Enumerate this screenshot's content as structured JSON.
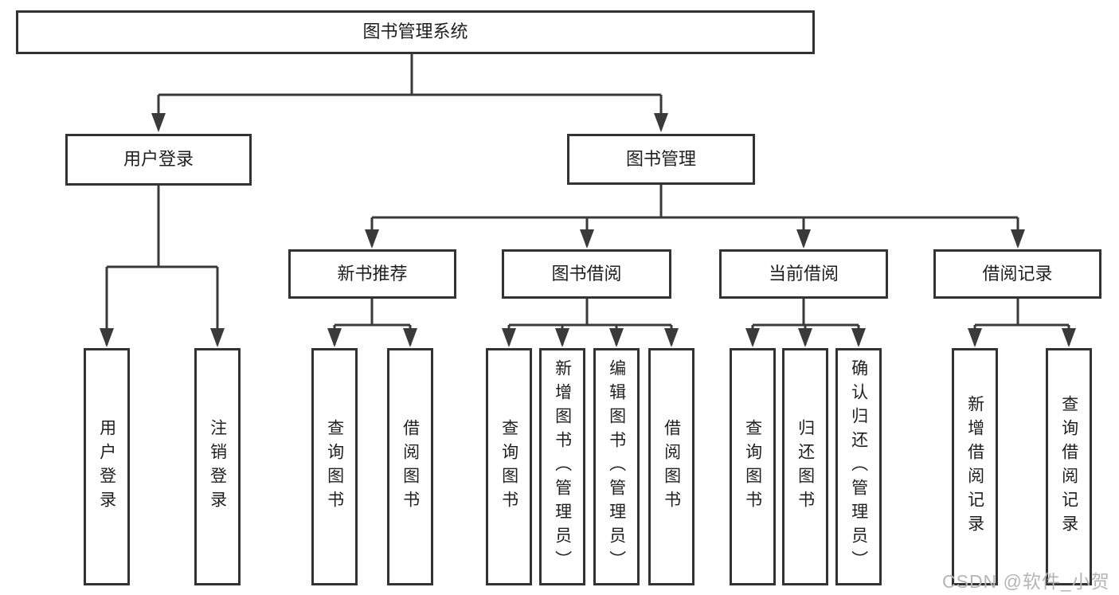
{
  "title": "图书管理系统",
  "watermark": "CSDN @软件_小贺同学",
  "colors": {
    "background": "#ffffff",
    "box_border": "#333333",
    "line": "#3a3a3a",
    "text": "#1f1f1f",
    "watermark": "#b5b5b5"
  },
  "nodes": {
    "root": {
      "label": "图书管理系统"
    },
    "user_login": {
      "label": "用户登录"
    },
    "book_mgmt": {
      "label": "图书管理"
    },
    "new_book_rec": {
      "label": "新书推荐"
    },
    "book_borrow": {
      "label": "图书借阅"
    },
    "current_borrow": {
      "label": "当前借阅"
    },
    "borrow_record": {
      "label": "借阅记录"
    },
    "leaf_user_login": {
      "label": "用户登录"
    },
    "leaf_logout": {
      "label": "注销登录"
    },
    "leaf_nb_query": {
      "label": "查询图书"
    },
    "leaf_nb_borrow": {
      "label": "借阅图书"
    },
    "leaf_bb_query": {
      "label": "查询图书"
    },
    "leaf_bb_add": {
      "label": "新增图书（管理员）"
    },
    "leaf_bb_edit": {
      "label": "编辑图书（管理员）"
    },
    "leaf_bb_borrow": {
      "label": "借阅图书"
    },
    "leaf_cb_query": {
      "label": "查询图书"
    },
    "leaf_cb_return": {
      "label": "归还图书"
    },
    "leaf_cb_confirm": {
      "label": "确认归还（管理员）"
    },
    "leaf_br_add": {
      "label": "新增借阅记录"
    },
    "leaf_br_query": {
      "label": "查询借阅记录"
    }
  },
  "hierarchy": {
    "图书管理系统": [
      "用户登录",
      "图书管理"
    ],
    "用户登录": [
      "用户登录",
      "注销登录"
    ],
    "图书管理": [
      "新书推荐",
      "图书借阅",
      "当前借阅",
      "借阅记录"
    ],
    "新书推荐": [
      "查询图书",
      "借阅图书"
    ],
    "图书借阅": [
      "查询图书",
      "新增图书（管理员）",
      "编辑图书（管理员）",
      "借阅图书"
    ],
    "当前借阅": [
      "查询图书",
      "归还图书",
      "确认归还（管理员）"
    ],
    "借阅记录": [
      "新增借阅记录",
      "查询借阅记录"
    ]
  }
}
